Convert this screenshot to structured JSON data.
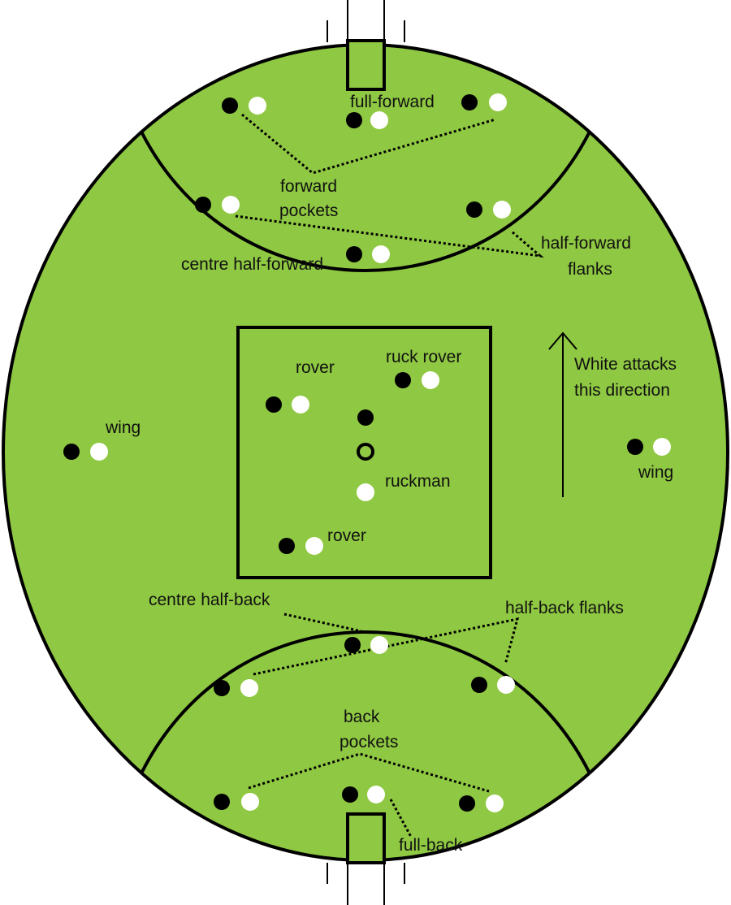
{
  "colors": {
    "field": "#8fc842",
    "line": "#000000",
    "home_team": "#000000",
    "away_team": "#ffffff"
  },
  "labels": {
    "full_forward": "full-forward",
    "forward_pockets_1": "forward",
    "forward_pockets_2": "pockets",
    "half_forward_flanks_1": "half-forward",
    "half_forward_flanks_2": "flanks",
    "centre_half_forward": "centre half-forward",
    "rover_top": "rover",
    "ruck_rover": "ruck rover",
    "direction_1": "White attacks",
    "direction_2": "this direction",
    "wing_left": "wing",
    "wing_right": "wing",
    "ruckman": "ruckman",
    "rover_bottom": "rover",
    "centre_half_back": "centre half-back",
    "half_back_flanks": "half-back flanks",
    "back_pockets_1": "back",
    "back_pockets_2": "pockets",
    "full_back": "full-back"
  }
}
